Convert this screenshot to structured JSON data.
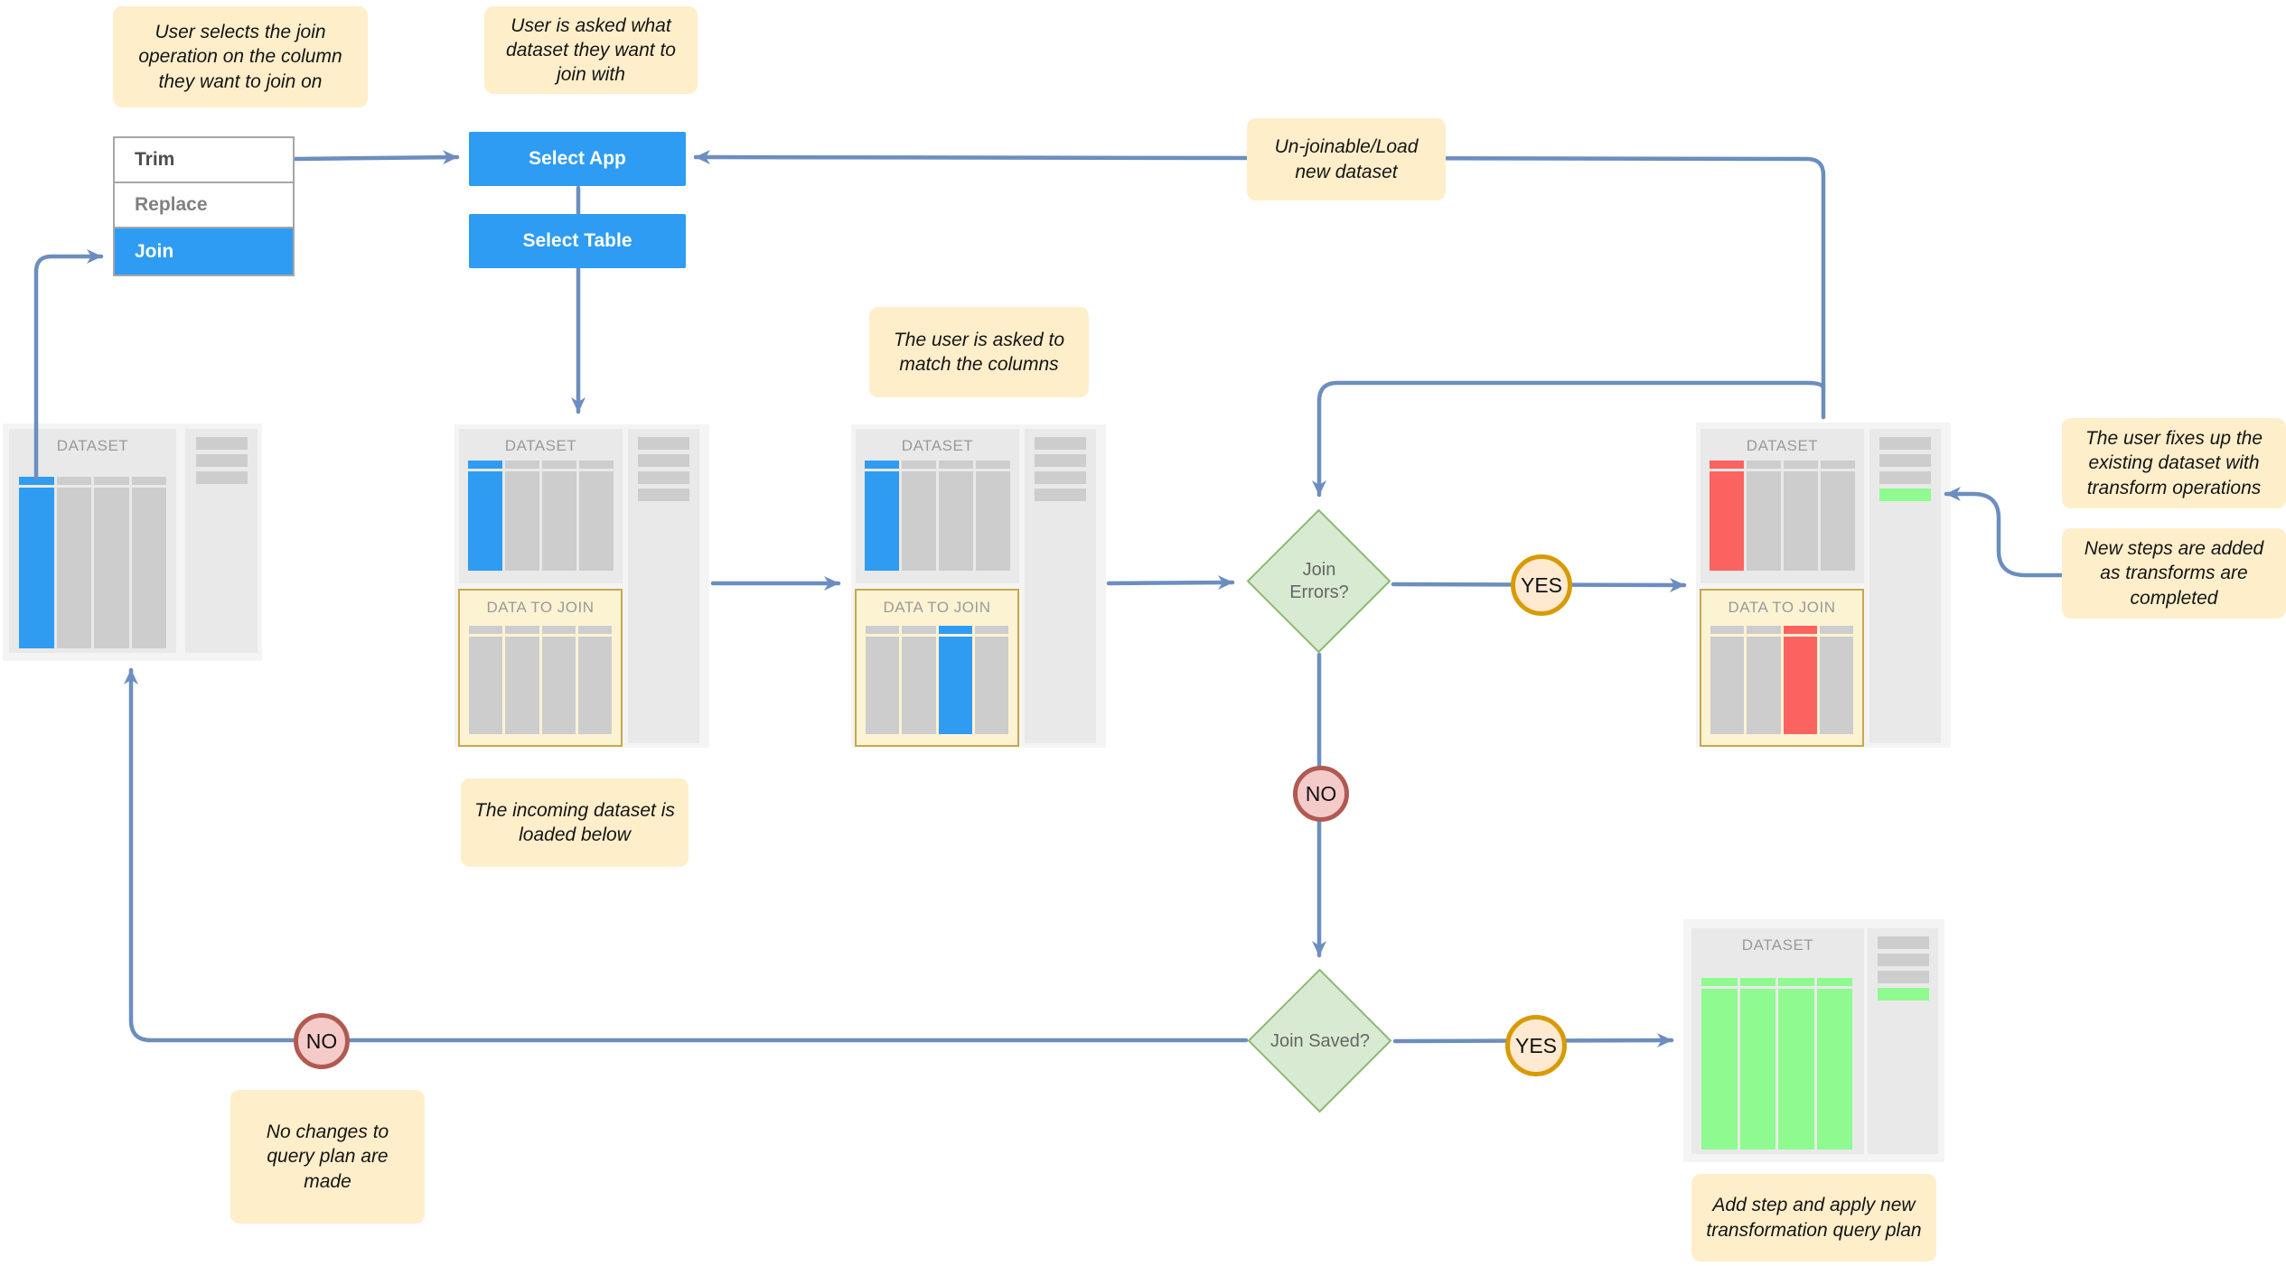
{
  "colors": {
    "wire": "#6c8ebf",
    "button_blue": "#2e9cf2",
    "note_bg": "#ffeeca",
    "diamond_fill": "#d9ead3",
    "diamond_border": "#8cb871",
    "yes_fill": "#ffe9d1",
    "yes_border": "#d79b00",
    "no_fill": "#f5cbc9",
    "no_border": "#b05a52",
    "columns": {
      "blue": "#2f9cf2",
      "gray": "#cdcdcd",
      "red": "#fb6361",
      "green": "#8ffa90"
    }
  },
  "menu": {
    "items": [
      {
        "label": "Trim"
      },
      {
        "label": "Replace"
      },
      {
        "label": "Join"
      }
    ]
  },
  "buttons": {
    "select_app": "Select App",
    "select_table": "Select Table"
  },
  "decisions": [
    {
      "label": "Join Errors?"
    },
    {
      "label": "Join Saved?"
    }
  ],
  "badges": [
    {
      "text": "YES"
    },
    {
      "text": "NO"
    },
    {
      "text": "YES"
    },
    {
      "text": "NO"
    }
  ],
  "notes": [
    {
      "text": "User selects the join operation on the column they want to join on"
    },
    {
      "text": "User is asked what dataset they want to join with"
    },
    {
      "text": "Un-joinable/Load new dataset"
    },
    {
      "text": "The user is asked to match the columns"
    },
    {
      "text": "The incoming dataset is loaded below"
    },
    {
      "text": "No changes to query plan are made"
    },
    {
      "text": "The user fixes up the existing dataset with transform operations"
    },
    {
      "text": "New steps are added as transforms are completed"
    },
    {
      "text": "Add step and apply new transformation query plan"
    }
  ],
  "datasets": [
    {
      "title": "DATASET",
      "columns": [
        "blue",
        "gray",
        "gray",
        "gray"
      ],
      "sidebar_bars": [
        "gray",
        "gray",
        "gray"
      ]
    },
    {
      "title": "DATASET",
      "columns": [
        "blue",
        "gray",
        "gray",
        "gray"
      ],
      "join_title": "DATA TO JOIN",
      "join_columns": [
        "gray",
        "gray",
        "gray",
        "gray"
      ],
      "sidebar_bars": [
        "gray",
        "gray",
        "gray",
        "gray"
      ]
    },
    {
      "title": "DATASET",
      "columns": [
        "blue",
        "gray",
        "gray",
        "gray"
      ],
      "join_title": "DATA TO JOIN",
      "join_columns": [
        "gray",
        "gray",
        "blue",
        "gray"
      ],
      "sidebar_bars": [
        "gray",
        "gray",
        "gray",
        "gray"
      ]
    },
    {
      "title": "DATASET",
      "columns": [
        "red",
        "gray",
        "gray",
        "gray"
      ],
      "join_title": "DATA TO JOIN",
      "join_columns": [
        "gray",
        "gray",
        "red",
        "gray"
      ],
      "sidebar_bars": [
        "gray",
        "gray",
        "gray",
        "green"
      ]
    },
    {
      "title": "DATASET",
      "columns": [
        "green",
        "green",
        "green",
        "green"
      ],
      "sidebar_bars": [
        "gray",
        "gray",
        "gray",
        "green"
      ]
    }
  ]
}
